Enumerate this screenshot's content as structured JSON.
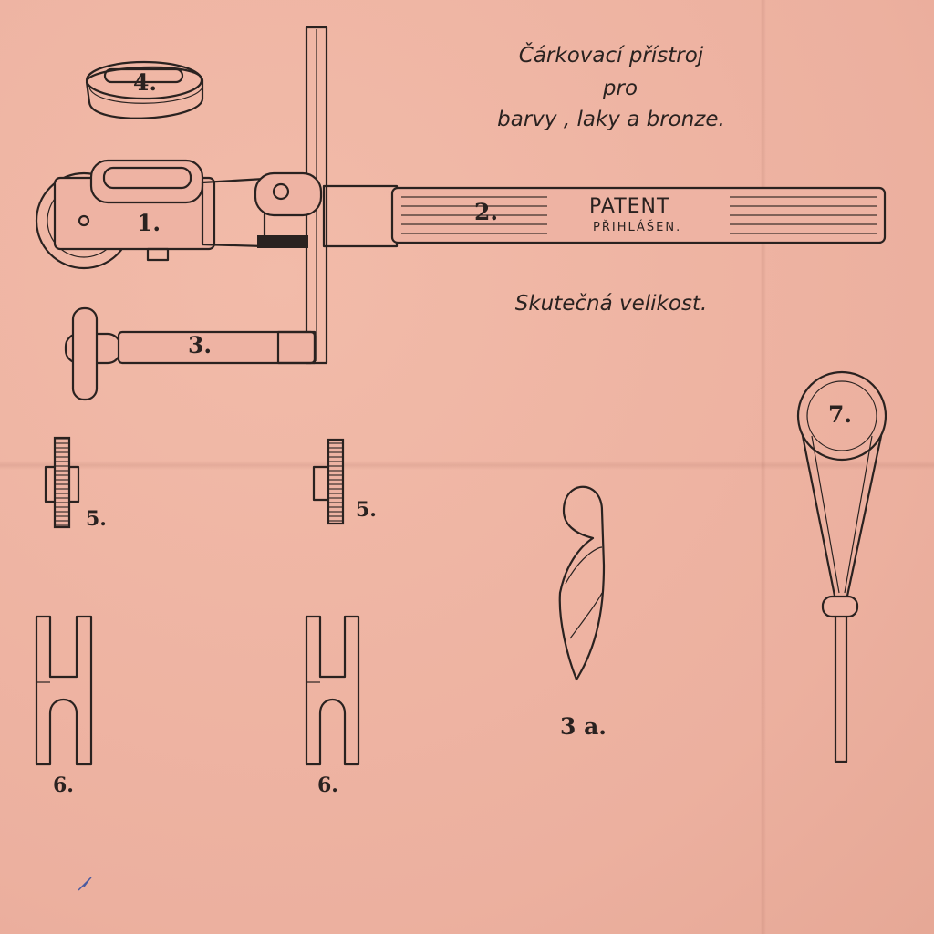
{
  "title": {
    "line1": "Čárkovací přístroj",
    "line2": "pro",
    "line3": "barvy , laky a bronze."
  },
  "caption": "Skutečná velikost.",
  "stamp": {
    "line1": "PATENT",
    "line2": "PŘIHLÁŠEN."
  },
  "parts": {
    "p1": "1.",
    "p2": "2.",
    "p3": "3.",
    "p3a": "3 a.",
    "p4": "4.",
    "p5a": "5.",
    "p5b": "5.",
    "p6a": "6.",
    "p6b": "6.",
    "p7": "7."
  },
  "colors": {
    "paper": "#eeb3a3",
    "ink": "#2a2220"
  }
}
